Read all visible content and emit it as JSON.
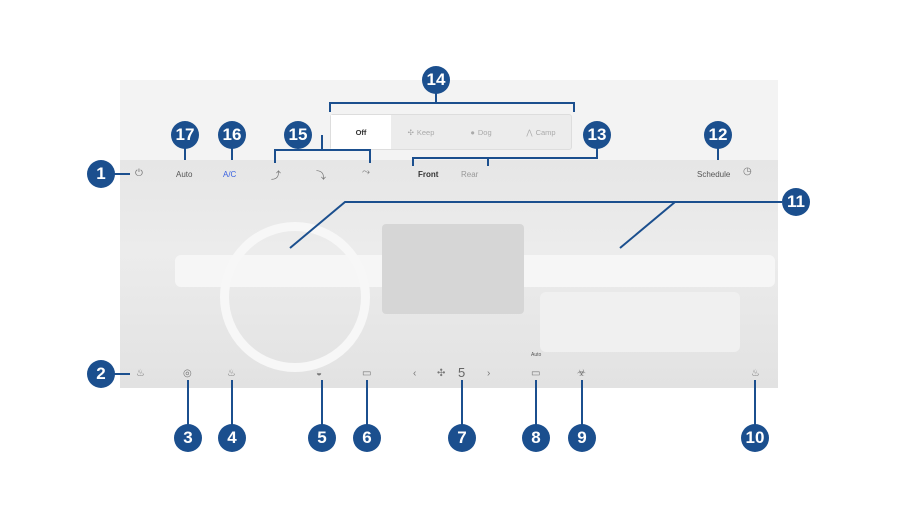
{
  "top": {
    "auto": "Auto",
    "ac": "A/C",
    "front": "Front",
    "rear": "Rear",
    "schedule": "Schedule"
  },
  "modes": [
    {
      "label": "Off"
    },
    {
      "label": "Keep"
    },
    {
      "label": "Dog"
    },
    {
      "label": "Camp"
    }
  ],
  "bottom": {
    "fan_speed": "5",
    "auto_label": "Auto"
  },
  "callouts": [
    "1",
    "2",
    "3",
    "4",
    "5",
    "6",
    "7",
    "8",
    "9",
    "10",
    "11",
    "12",
    "13",
    "14",
    "15",
    "16",
    "17"
  ],
  "colors": {
    "callout": "#1b4f8e",
    "active": "#3a62e0"
  }
}
